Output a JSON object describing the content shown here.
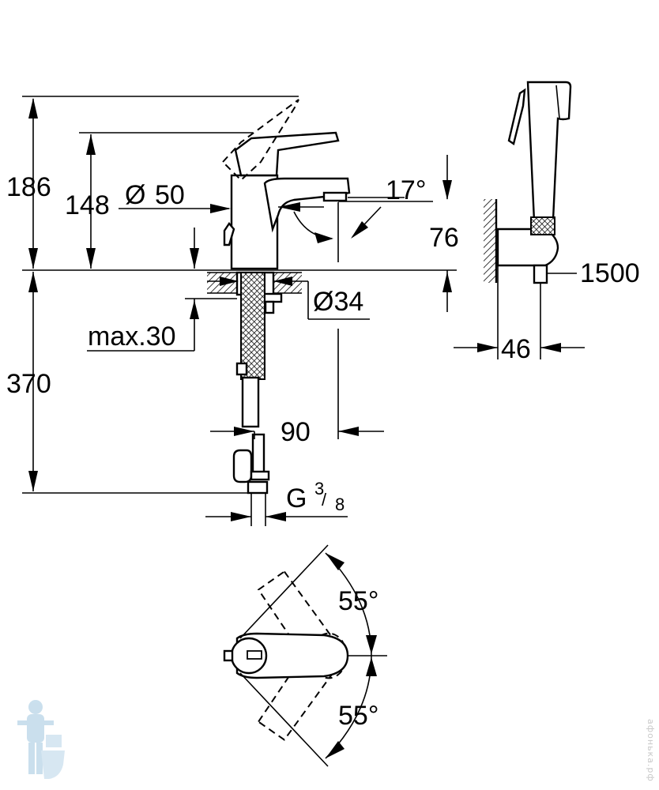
{
  "dimensions": {
    "total_height": "186",
    "spout_height": "148",
    "body_diameter_symbol": "Ø",
    "body_diameter": "50",
    "spout_angle": "17°",
    "spout_reach_height": "76",
    "hose_length": "1500",
    "holder_projection": "46",
    "hole_diameter": "Ø34",
    "max_counter_thickness": "max.30",
    "connection_length": "370",
    "spout_projection": "90",
    "thread": "G",
    "thread_numerator": "3",
    "thread_denominator": "8",
    "rotation_up": "55°",
    "rotation_down": "55°"
  },
  "watermark": "афонька.рф",
  "colors": {
    "line": "#000000",
    "background": "#ffffff",
    "logo": "#9fc6e0"
  }
}
